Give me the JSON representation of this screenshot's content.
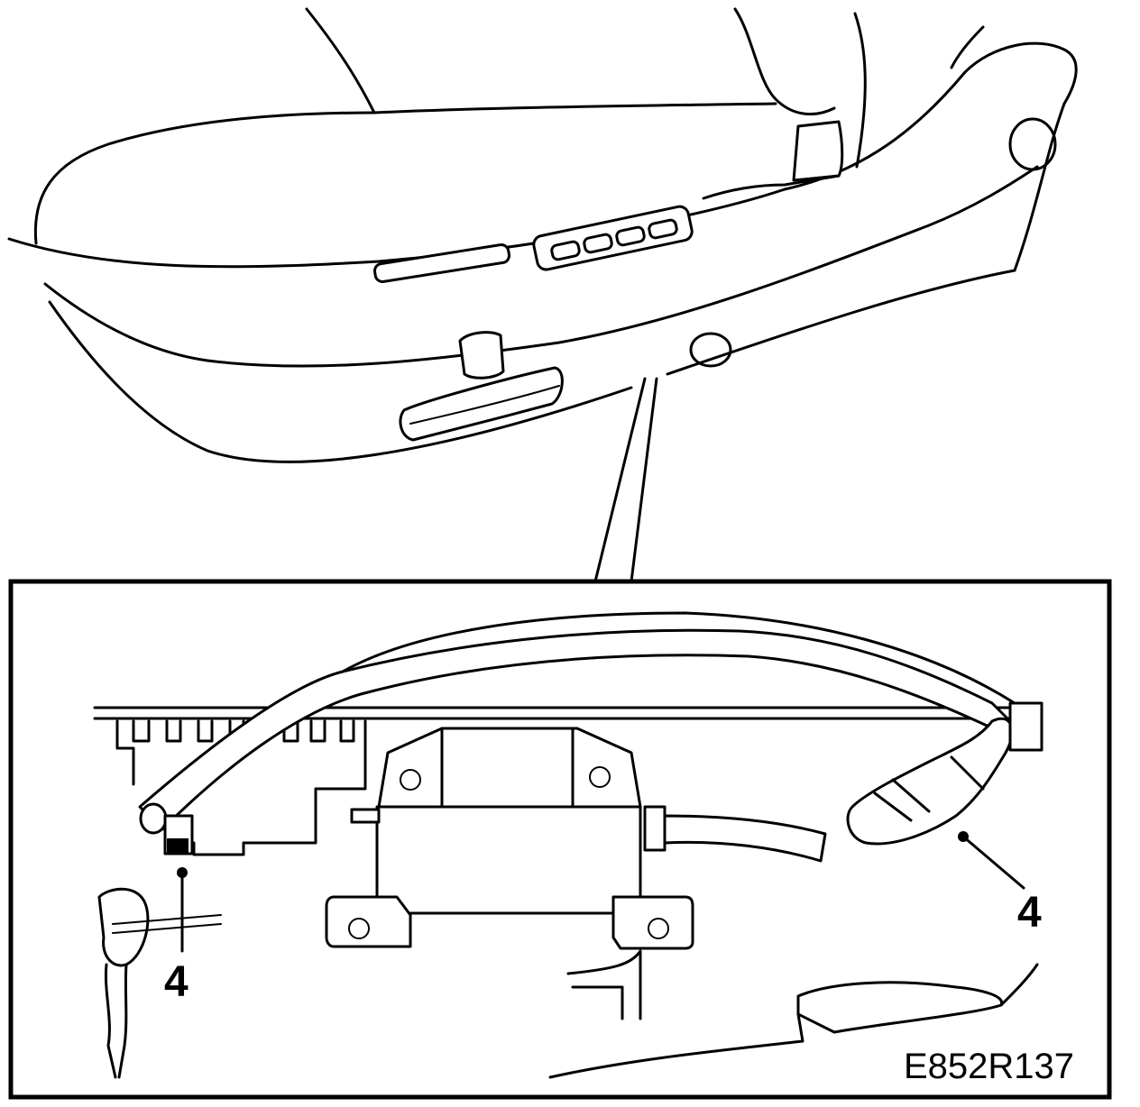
{
  "callouts": [
    {
      "id": "left",
      "label": "4"
    },
    {
      "id": "right",
      "label": "4"
    }
  ],
  "figure_ref": "E852R137",
  "colors": {
    "ink": "#000000",
    "paper": "#ffffff"
  }
}
